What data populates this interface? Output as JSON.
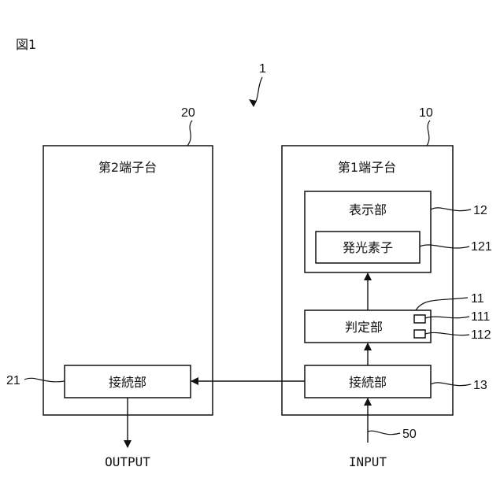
{
  "figure_label": "図1",
  "system_ref": "1",
  "terminal2": {
    "ref": "20",
    "title": "第2端子台",
    "connection": {
      "label": "接続部",
      "ref": "21"
    }
  },
  "terminal1": {
    "ref": "10",
    "title": "第1端子台",
    "display": {
      "label": "表示部",
      "ref": "12",
      "light": {
        "label": "発光素子",
        "ref": "121"
      }
    },
    "judge": {
      "label": "判定部",
      "ref": "11",
      "sub_refs": [
        "111",
        "112"
      ]
    },
    "connection": {
      "label": "接続部",
      "ref": "13"
    }
  },
  "input": {
    "label": "INPUT",
    "ref": "50"
  },
  "output": {
    "label": "OUTPUT"
  }
}
